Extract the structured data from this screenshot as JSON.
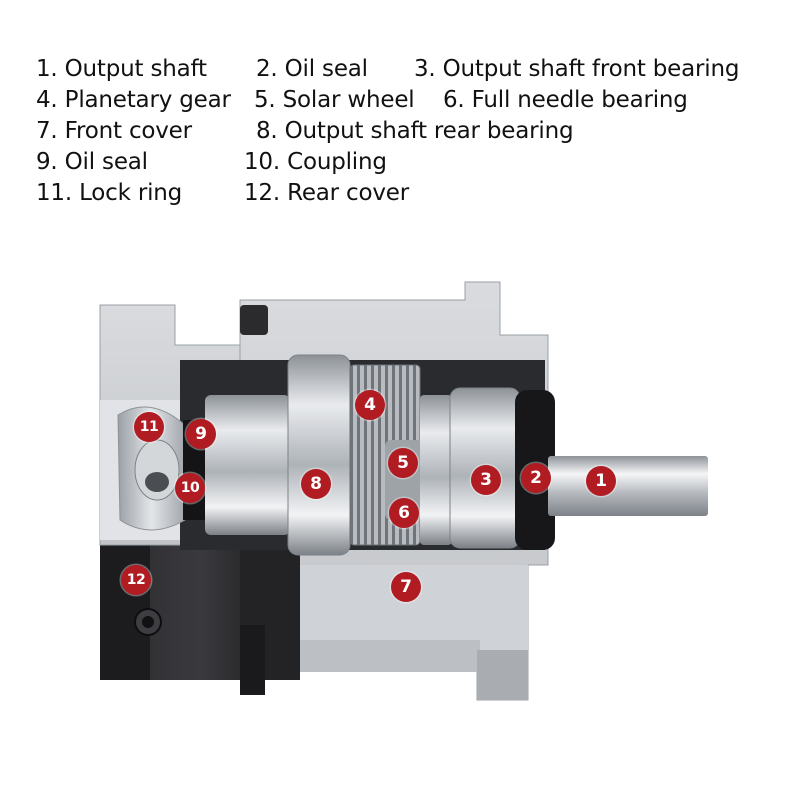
{
  "legend": [
    {
      "n": "1",
      "text": "1. Output shaft"
    },
    {
      "n": "2",
      "text": "2. Oil seal"
    },
    {
      "n": "3",
      "text": "3. Output shaft front bearing"
    },
    {
      "n": "4",
      "text": "4. Planetary gear"
    },
    {
      "n": "5",
      "text": "5. Solar wheel"
    },
    {
      "n": "6",
      "text": "6. Full needle bearing"
    },
    {
      "n": "7",
      "text": "7. Front cover"
    },
    {
      "n": "8",
      "text": "8. Output shaft rear bearing"
    },
    {
      "n": "9",
      "text": "9. Oil seal"
    },
    {
      "n": "10",
      "text": "10.  Coupling"
    },
    {
      "n": "11",
      "text": "11. Lock ring"
    },
    {
      "n": "12",
      "text": "12. Rear cover"
    }
  ],
  "markers": {
    "m1": "1",
    "m2": "2",
    "m3": "3",
    "m4": "4",
    "m5": "5",
    "m6": "6",
    "m7": "7",
    "m8": "8",
    "m9": "9",
    "m10": "10",
    "m11": "11",
    "m12": "12"
  },
  "colors": {
    "marker": "#b01c22",
    "aluminum": "#c9ccd0",
    "black_housing": "#1b1b1d",
    "text": "#111111"
  }
}
